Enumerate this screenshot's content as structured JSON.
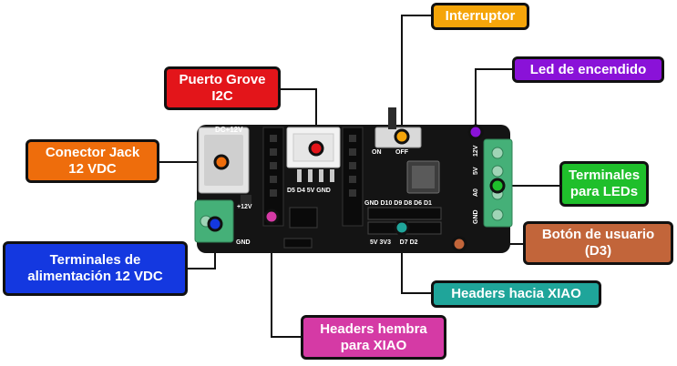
{
  "colors": {
    "interruptor": "#f5a50a",
    "puerto_grove": "#e3151a",
    "led_encendido": "#8a12d8",
    "conector_jack": "#ee6d0c",
    "terminales_leds": "#1fbf2b",
    "boton_usuario": "#c2653a",
    "terminales_alimentacion": "#1438e0",
    "headers_xiao": "#1fa59a",
    "headers_hembra": "#d53aa5",
    "board": "#141414",
    "terminal_green": "#45b078"
  },
  "labels": {
    "interruptor": "Interruptor",
    "puerto_grove": "Puerto Grove\nI2C",
    "led_encendido": "Led de encendido",
    "conector_jack": "Conector Jack\n12 VDC",
    "terminales_leds": "Terminales\npara LEDs",
    "boton_usuario": "Botón de usuario\n(D3)",
    "terminales_alimentacion": "Terminales de\nalimentación 12 VDC",
    "headers_xiao": "Headers hacia XIAO",
    "headers_hembra": "Headers hembra\npara XIAO"
  },
  "silkscreen": {
    "dc12v": "DC+12V",
    "plus12v_left": "+12V",
    "gnd_left": "GND",
    "grove_pins": "D5 D4 5V GND",
    "on": "ON",
    "off": "OFF",
    "header_top": "GND D10 D9 D8 D6 D1",
    "header_bottom": "5V 3V3     D7 D2",
    "term_12v": "12V",
    "term_5v": "5V",
    "term_a0": "A0",
    "term_gnd": "GND"
  }
}
